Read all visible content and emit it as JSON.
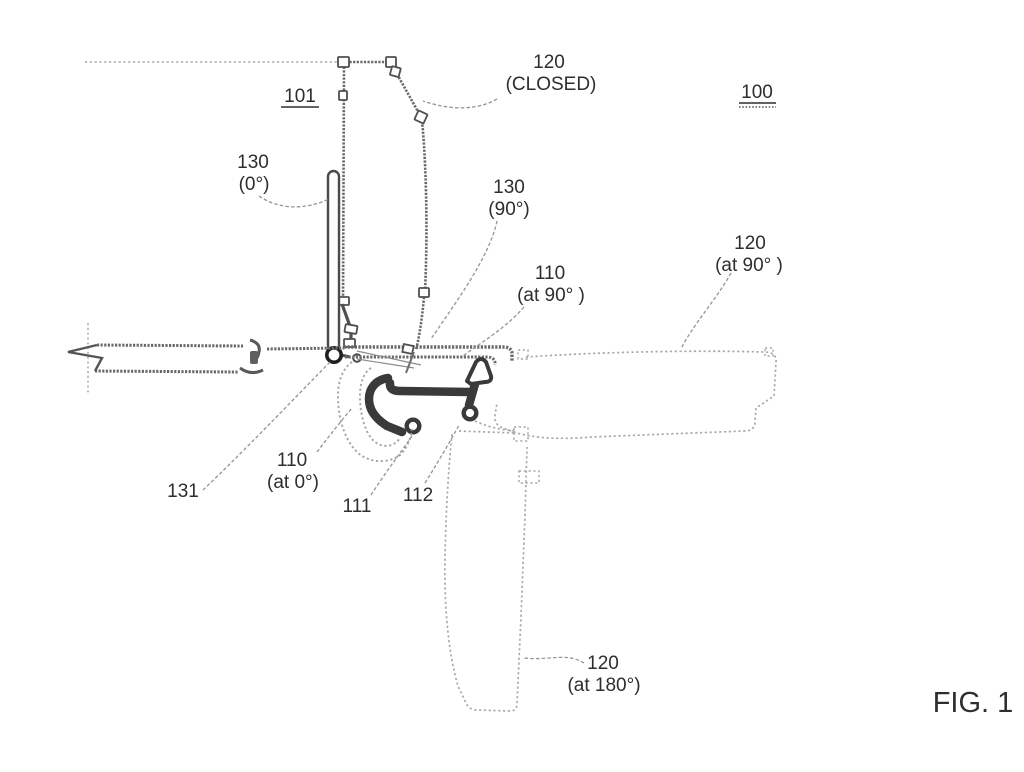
{
  "figure": {
    "caption": "FIG. 1",
    "refs": {
      "assembly": "100",
      "support": "101",
      "panel_closed": {
        "num": "120",
        "state": "(CLOSED)"
      },
      "strut_0": {
        "num": "130",
        "state": "(0°)"
      },
      "strut_90": {
        "num": "130",
        "state": "(90°)"
      },
      "bracket_90": {
        "num": "110",
        "state": "(at 90° )"
      },
      "panel_90": {
        "num": "120",
        "state": "(at 90° )"
      },
      "bracket_0": {
        "num": "110",
        "state": "(at 0°)"
      },
      "pivot": "131",
      "roller_left": "111",
      "roller_right": "112",
      "panel_180": {
        "num": "120",
        "state": "(at 180°)"
      }
    },
    "colors": {
      "background": "#ffffff",
      "ink": "#3a3a3a",
      "line": "#616161",
      "dotted": "#a9a9a9",
      "leader": "#949494",
      "text": "#2e2e2e"
    }
  }
}
